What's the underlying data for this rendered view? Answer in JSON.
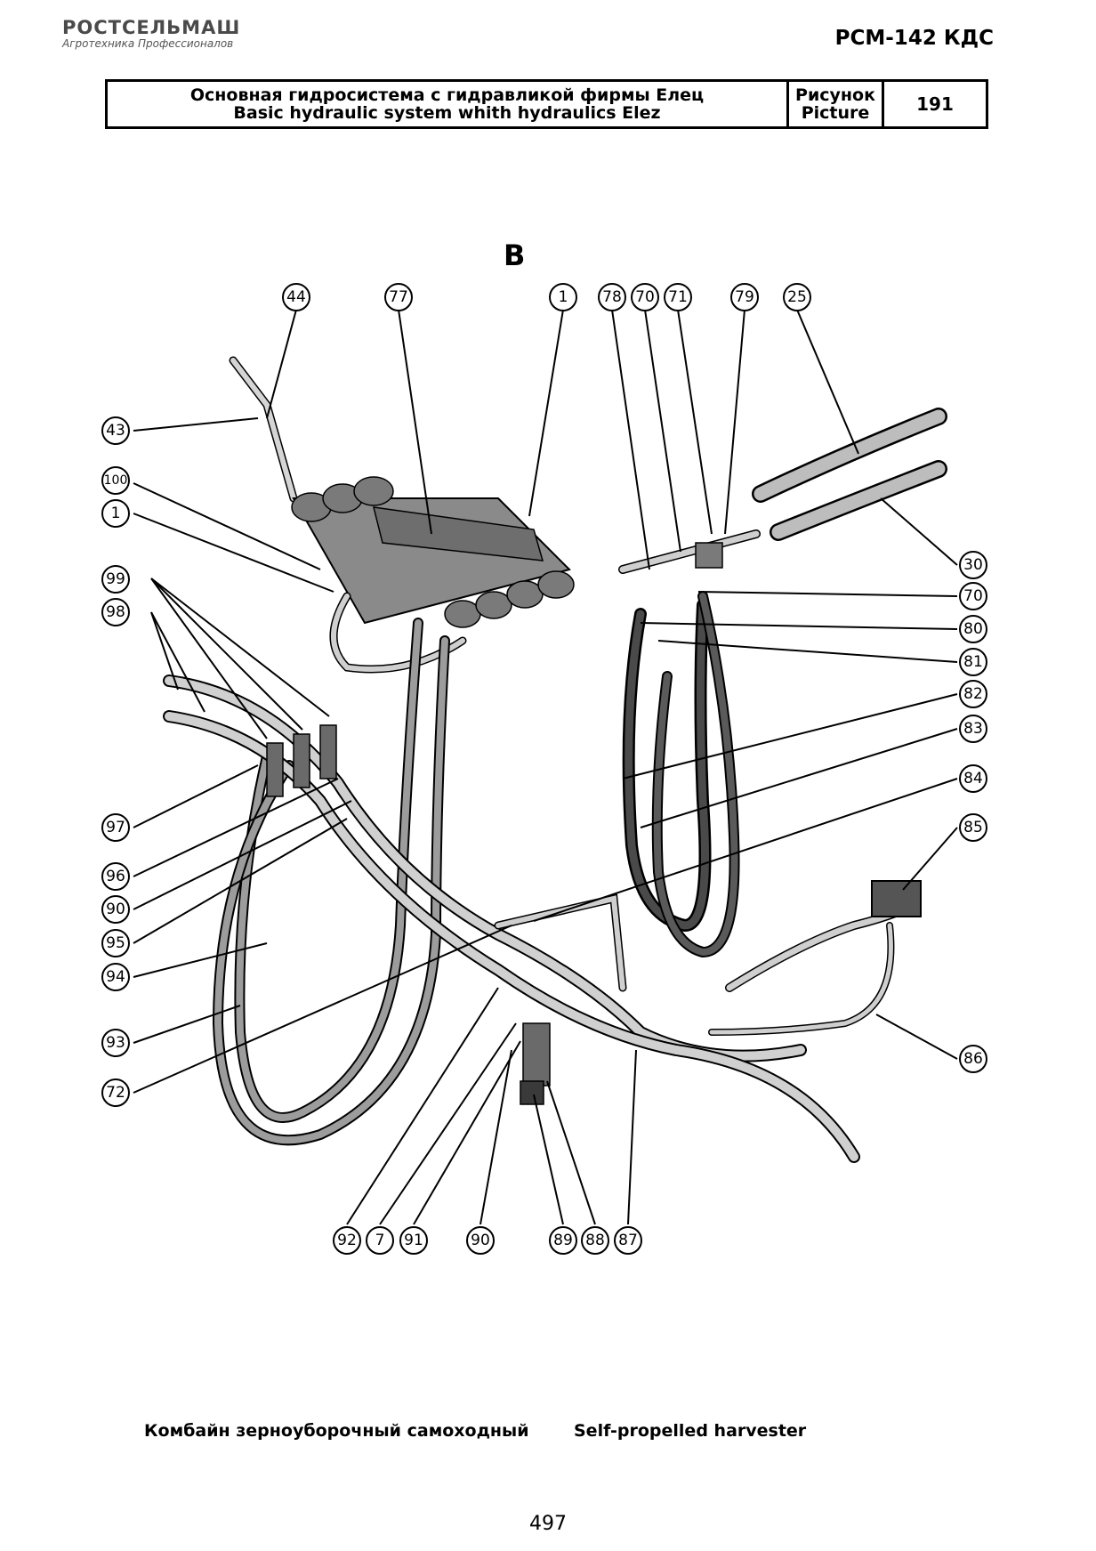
{
  "header": {
    "logo_name": "РОСТСЕЛЬМАШ",
    "logo_tagline": "Агротехника Профессионалов",
    "model": "РСМ-142 КДС"
  },
  "title_block": {
    "title_ru": "Основная гидросистема с гидравликой фирмы Елец",
    "title_en": "Basic hydraulic system whith hydraulics Elez",
    "picture_label_ru": "Рисунок",
    "picture_label_en": "Picture",
    "picture_number": "191"
  },
  "view_letter": "B",
  "callouts": {
    "top": [
      "44",
      "77",
      "1",
      "78",
      "70",
      "71",
      "79",
      "25"
    ],
    "left": [
      "43",
      "100",
      "1",
      "99",
      "98",
      "97",
      "96",
      "90",
      "95",
      "94",
      "93",
      "72"
    ],
    "right": [
      "30",
      "70",
      "80",
      "81",
      "82",
      "83",
      "84",
      "85",
      "86"
    ],
    "bottom": [
      "92",
      "7",
      "91",
      "90",
      "89",
      "88",
      "87"
    ]
  },
  "footer": {
    "left": "Комбайн зерноуборочный самоходный",
    "right": "Self-propelled harvester"
  },
  "page_number": "497",
  "colors": {
    "hose": "#8c8c8c",
    "hose_dark": "#555555",
    "outline": "#000000"
  }
}
